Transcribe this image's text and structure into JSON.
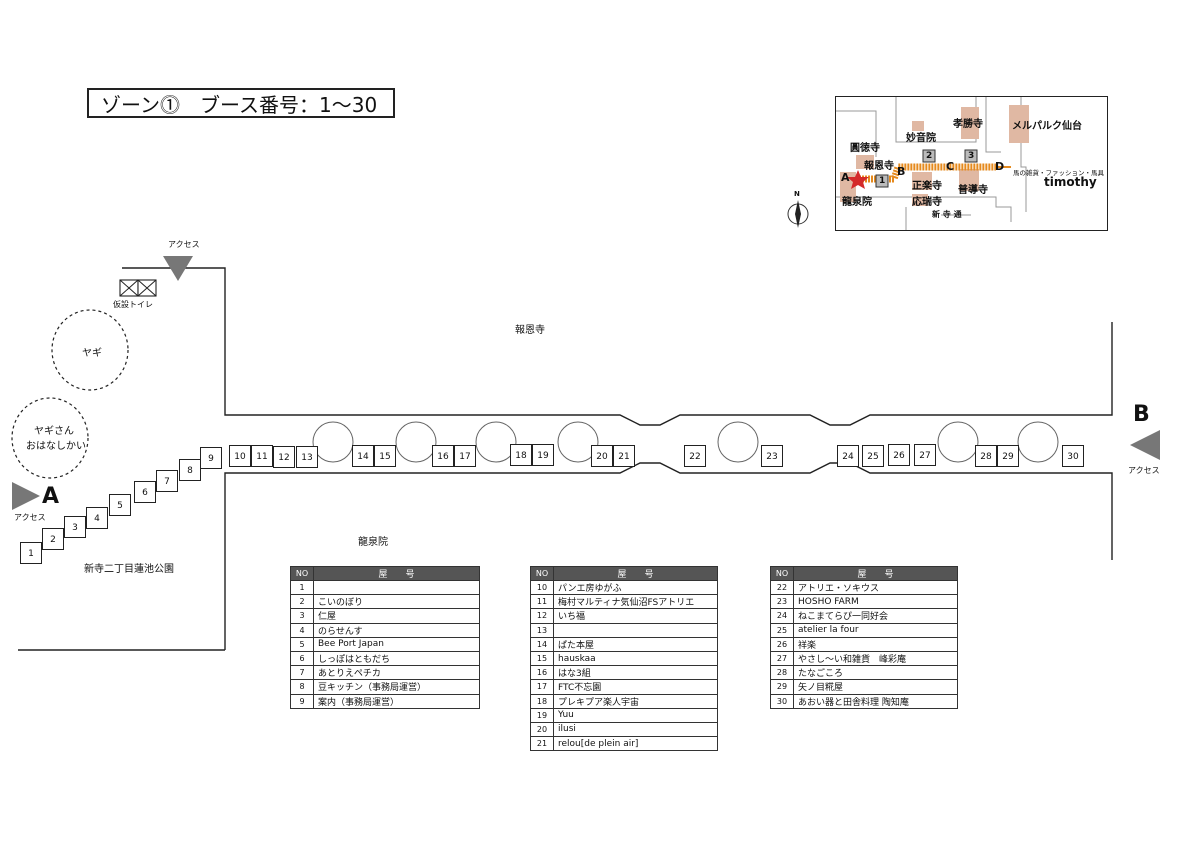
{
  "title": "ゾーン⓵　ブース番号：1〜30",
  "zone_badge": "1",
  "map": {
    "houonji": "報恩寺",
    "ryusenin": "龍泉院",
    "park": "新寺二丁目蓮池公園",
    "goat": "ヤギ",
    "goat_talk_1": "ヤギさん",
    "goat_talk_2": "おはなしかい",
    "toilet": "仮設トイレ",
    "access_label": "アクセス",
    "entrance_a": "A",
    "entrance_b": "B"
  },
  "booths": [
    "1",
    "2",
    "3",
    "4",
    "5",
    "6",
    "7",
    "8",
    "9",
    "10",
    "11",
    "12",
    "13",
    "14",
    "15",
    "16",
    "17",
    "18",
    "19",
    "20",
    "21",
    "22",
    "23",
    "24",
    "25",
    "26",
    "27",
    "28",
    "29",
    "30"
  ],
  "inset": {
    "north": "N",
    "labels": {
      "enyokuji": "圓徳寺",
      "myoonin": "妙音院",
      "kosyoji": "孝勝寺",
      "melparque": "メルパルク仙台",
      "houonji": "報恩寺",
      "shorakuji": "正楽寺",
      "ozuiji": "応瑞寺",
      "fudoji": "普導寺",
      "ryusenin": "龍泉院",
      "shinterastreet": "新 寺 通",
      "shop": "馬の雑貨・ファッション・馬具",
      "timothy": "timothy",
      "pt_a": "A",
      "pt_b": "B",
      "pt_c": "C",
      "pt_d": "D",
      "z1": "1",
      "z2": "2",
      "z3": "3"
    }
  },
  "legend": {
    "col_no": "NO",
    "col_name": "屋　　号",
    "table1": [
      {
        "no": "1",
        "name": ""
      },
      {
        "no": "2",
        "name": "こいのぼり"
      },
      {
        "no": "3",
        "name": "仁屋"
      },
      {
        "no": "4",
        "name": "のらせんす"
      },
      {
        "no": "5",
        "name": "Bee Port Japan"
      },
      {
        "no": "6",
        "name": "しっぽはともだち"
      },
      {
        "no": "7",
        "name": "あとりえペチカ"
      },
      {
        "no": "8",
        "name": "豆キッチン（事務局運営）"
      },
      {
        "no": "9",
        "name": "案内（事務局運営）"
      }
    ],
    "table2": [
      {
        "no": "10",
        "name": "パンエ房ゆがふ"
      },
      {
        "no": "11",
        "name": "梅村マルティナ気仙沼FSアトリエ"
      },
      {
        "no": "12",
        "name": "いち福"
      },
      {
        "no": "13",
        "name": ""
      },
      {
        "no": "14",
        "name": "ぱた本屋"
      },
      {
        "no": "15",
        "name": "hauskaa"
      },
      {
        "no": "16",
        "name": "はな3組"
      },
      {
        "no": "17",
        "name": "FTC不忘園"
      },
      {
        "no": "18",
        "name": "プレキプア楽人宇宙"
      },
      {
        "no": "19",
        "name": "Yuu"
      },
      {
        "no": "20",
        "name": "ilusi"
      },
      {
        "no": "21",
        "name": "relou[de plein air]"
      }
    ],
    "table3": [
      {
        "no": "22",
        "name": "アトリエ・ソキウス"
      },
      {
        "no": "23",
        "name": "HOSHO FARM"
      },
      {
        "no": "24",
        "name": "ねこまてらぴ一同好会"
      },
      {
        "no": "25",
        "name": "atelier la four"
      },
      {
        "no": "26",
        "name": "祥楽"
      },
      {
        "no": "27",
        "name": "やさし〜い和雑貨　峰彩庵"
      },
      {
        "no": "28",
        "name": "たなごころ"
      },
      {
        "no": "29",
        "name": "矢ノ目糀屋"
      },
      {
        "no": "30",
        "name": "あおい器と田舎料理 陶知庵"
      }
    ]
  }
}
